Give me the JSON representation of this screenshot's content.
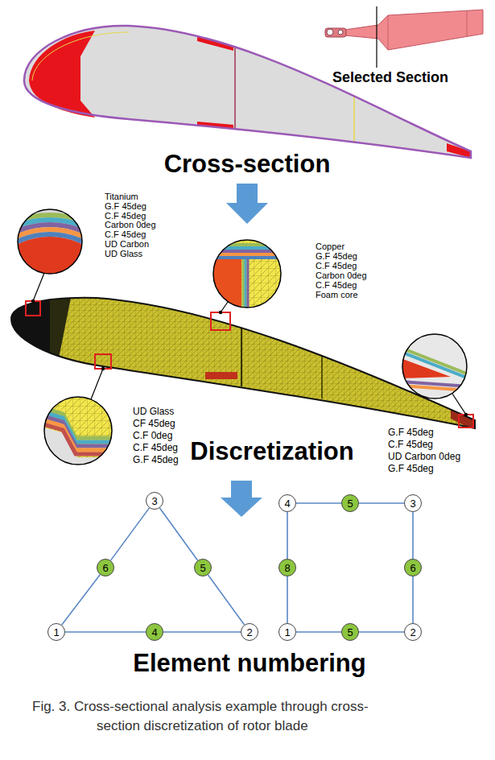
{
  "diagram": {
    "caption": "Fig. 3. Cross-sectional analysis example through cross-section discretization of rotor blade",
    "nodes": [
      {
        "text": [
          "1"
        ]
      },
      {
        "text": [
          "2"
        ]
      },
      {
        "text": [
          "3"
        ]
      },
      {
        "text": [
          "4"
        ]
      },
      {
        "text": [
          "5"
        ]
      },
      {
        "text": [
          "6"
        ]
      },
      {
        "text": [
          "1"
        ]
      },
      {
        "text": [
          "2"
        ]
      },
      {
        "text": [
          "3"
        ]
      },
      {
        "text": [
          "4"
        ]
      },
      {
        "text": [
          "5"
        ]
      },
      {
        "text": [
          "6"
        ]
      },
      {
        "text": [
          "5"
        ]
      },
      {
        "text": [
          "8"
        ]
      }
    ],
    "edges": [
      {
        "from": 0,
        "to": 3,
        "arrow": "none"
      },
      {
        "from": 3,
        "to": 1,
        "arrow": "none"
      },
      {
        "from": 1,
        "to": 4,
        "arrow": "none"
      },
      {
        "from": 4,
        "to": 2,
        "arrow": "none"
      },
      {
        "from": 2,
        "to": 5,
        "arrow": "none"
      },
      {
        "from": 5,
        "to": 0,
        "arrow": "none"
      },
      {
        "from": 6,
        "to": 10,
        "arrow": "none"
      },
      {
        "from": 10,
        "to": 7,
        "arrow": "none"
      },
      {
        "from": 7,
        "to": 11,
        "arrow": "none"
      },
      {
        "from": 11,
        "to": 8,
        "arrow": "none"
      },
      {
        "from": 8,
        "to": 12,
        "arrow": "none"
      },
      {
        "from": 12,
        "to": 9,
        "arrow": "none"
      },
      {
        "from": 9,
        "to": 13,
        "arrow": "none"
      },
      {
        "from": 13,
        "to": 6,
        "arrow": "none"
      }
    ],
    "labels": [
      "Selected Section",
      "Cross-section",
      "Titanium",
      "G.F 45deg",
      "C.F 45deg",
      "Carbon 0deg",
      "C.F 45deg",
      "UD Carbon",
      "UD Glass",
      "Copper",
      "G.F 45deg",
      "C.F 45deg",
      "Carbon 0deg",
      "C.F 45deg",
      "Foam core",
      "UD Glass",
      "CF 45deg",
      "C.F 0deg",
      "C.F 45deg",
      "G.F 45deg",
      "G.F 45deg",
      "C.F 45deg",
      "UD Carbon 0deg",
      "G.F 45deg",
      "Discretization",
      "Element numbering"
    ]
  }
}
